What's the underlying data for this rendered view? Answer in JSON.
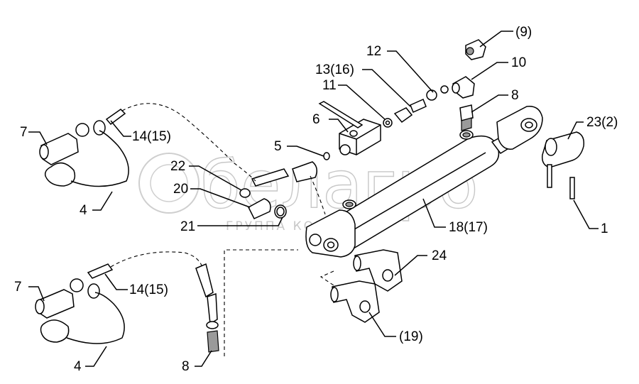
{
  "watermark": {
    "brand": "белагро",
    "subtitle": "ГРУППА КОМПАНИЙ"
  },
  "labels": {
    "l9": "(9)",
    "l12": "12",
    "l10": "10",
    "l13": "13(16)",
    "l11": "11",
    "l8a": "8",
    "l6": "6",
    "l23": "23(2)",
    "l5": "5",
    "l7a": "7",
    "l14a": "14(15)",
    "l22": "22",
    "l20": "20",
    "l4a": "4",
    "l21": "21",
    "l18": "18(17)",
    "l1": "1",
    "l24": "24",
    "l7b": "7",
    "l14b": "14(15)",
    "l19": "(19)",
    "l4b": "4",
    "l8b": "8"
  }
}
